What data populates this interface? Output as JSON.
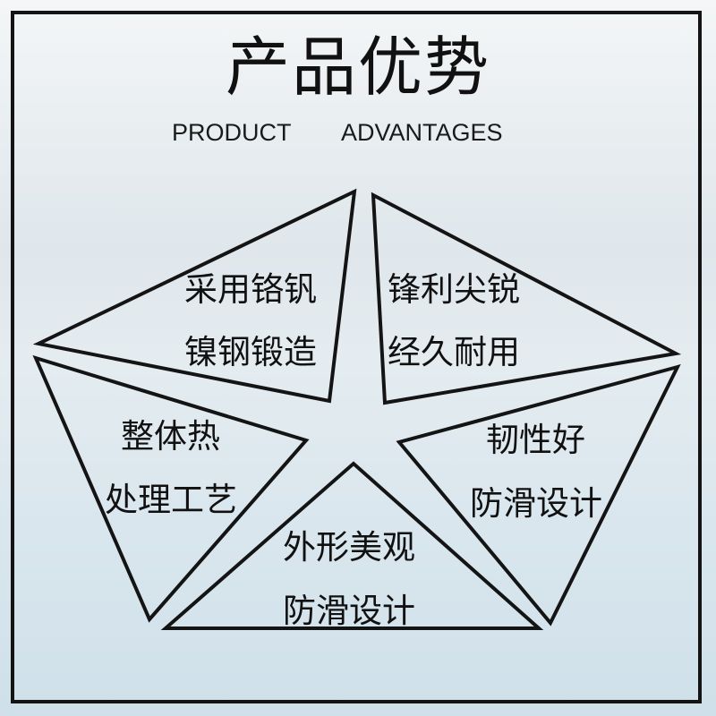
{
  "title": "产品优势",
  "subtitle_left": "PRODUCT",
  "subtitle_right": "ADVANTAGES",
  "colors": {
    "stroke": "#141414",
    "text": "#111111"
  },
  "sections": [
    {
      "line1": "采用铬钒",
      "line2": "镍钢锻造"
    },
    {
      "line1": "锋利尖锐",
      "line2": "经久耐用"
    },
    {
      "line1": "整体热",
      "line2": "处理工艺"
    },
    {
      "line1": "韧性好",
      "line2": "防滑设计"
    },
    {
      "line1": "外形美观",
      "line2": "防滑设计"
    }
  ]
}
